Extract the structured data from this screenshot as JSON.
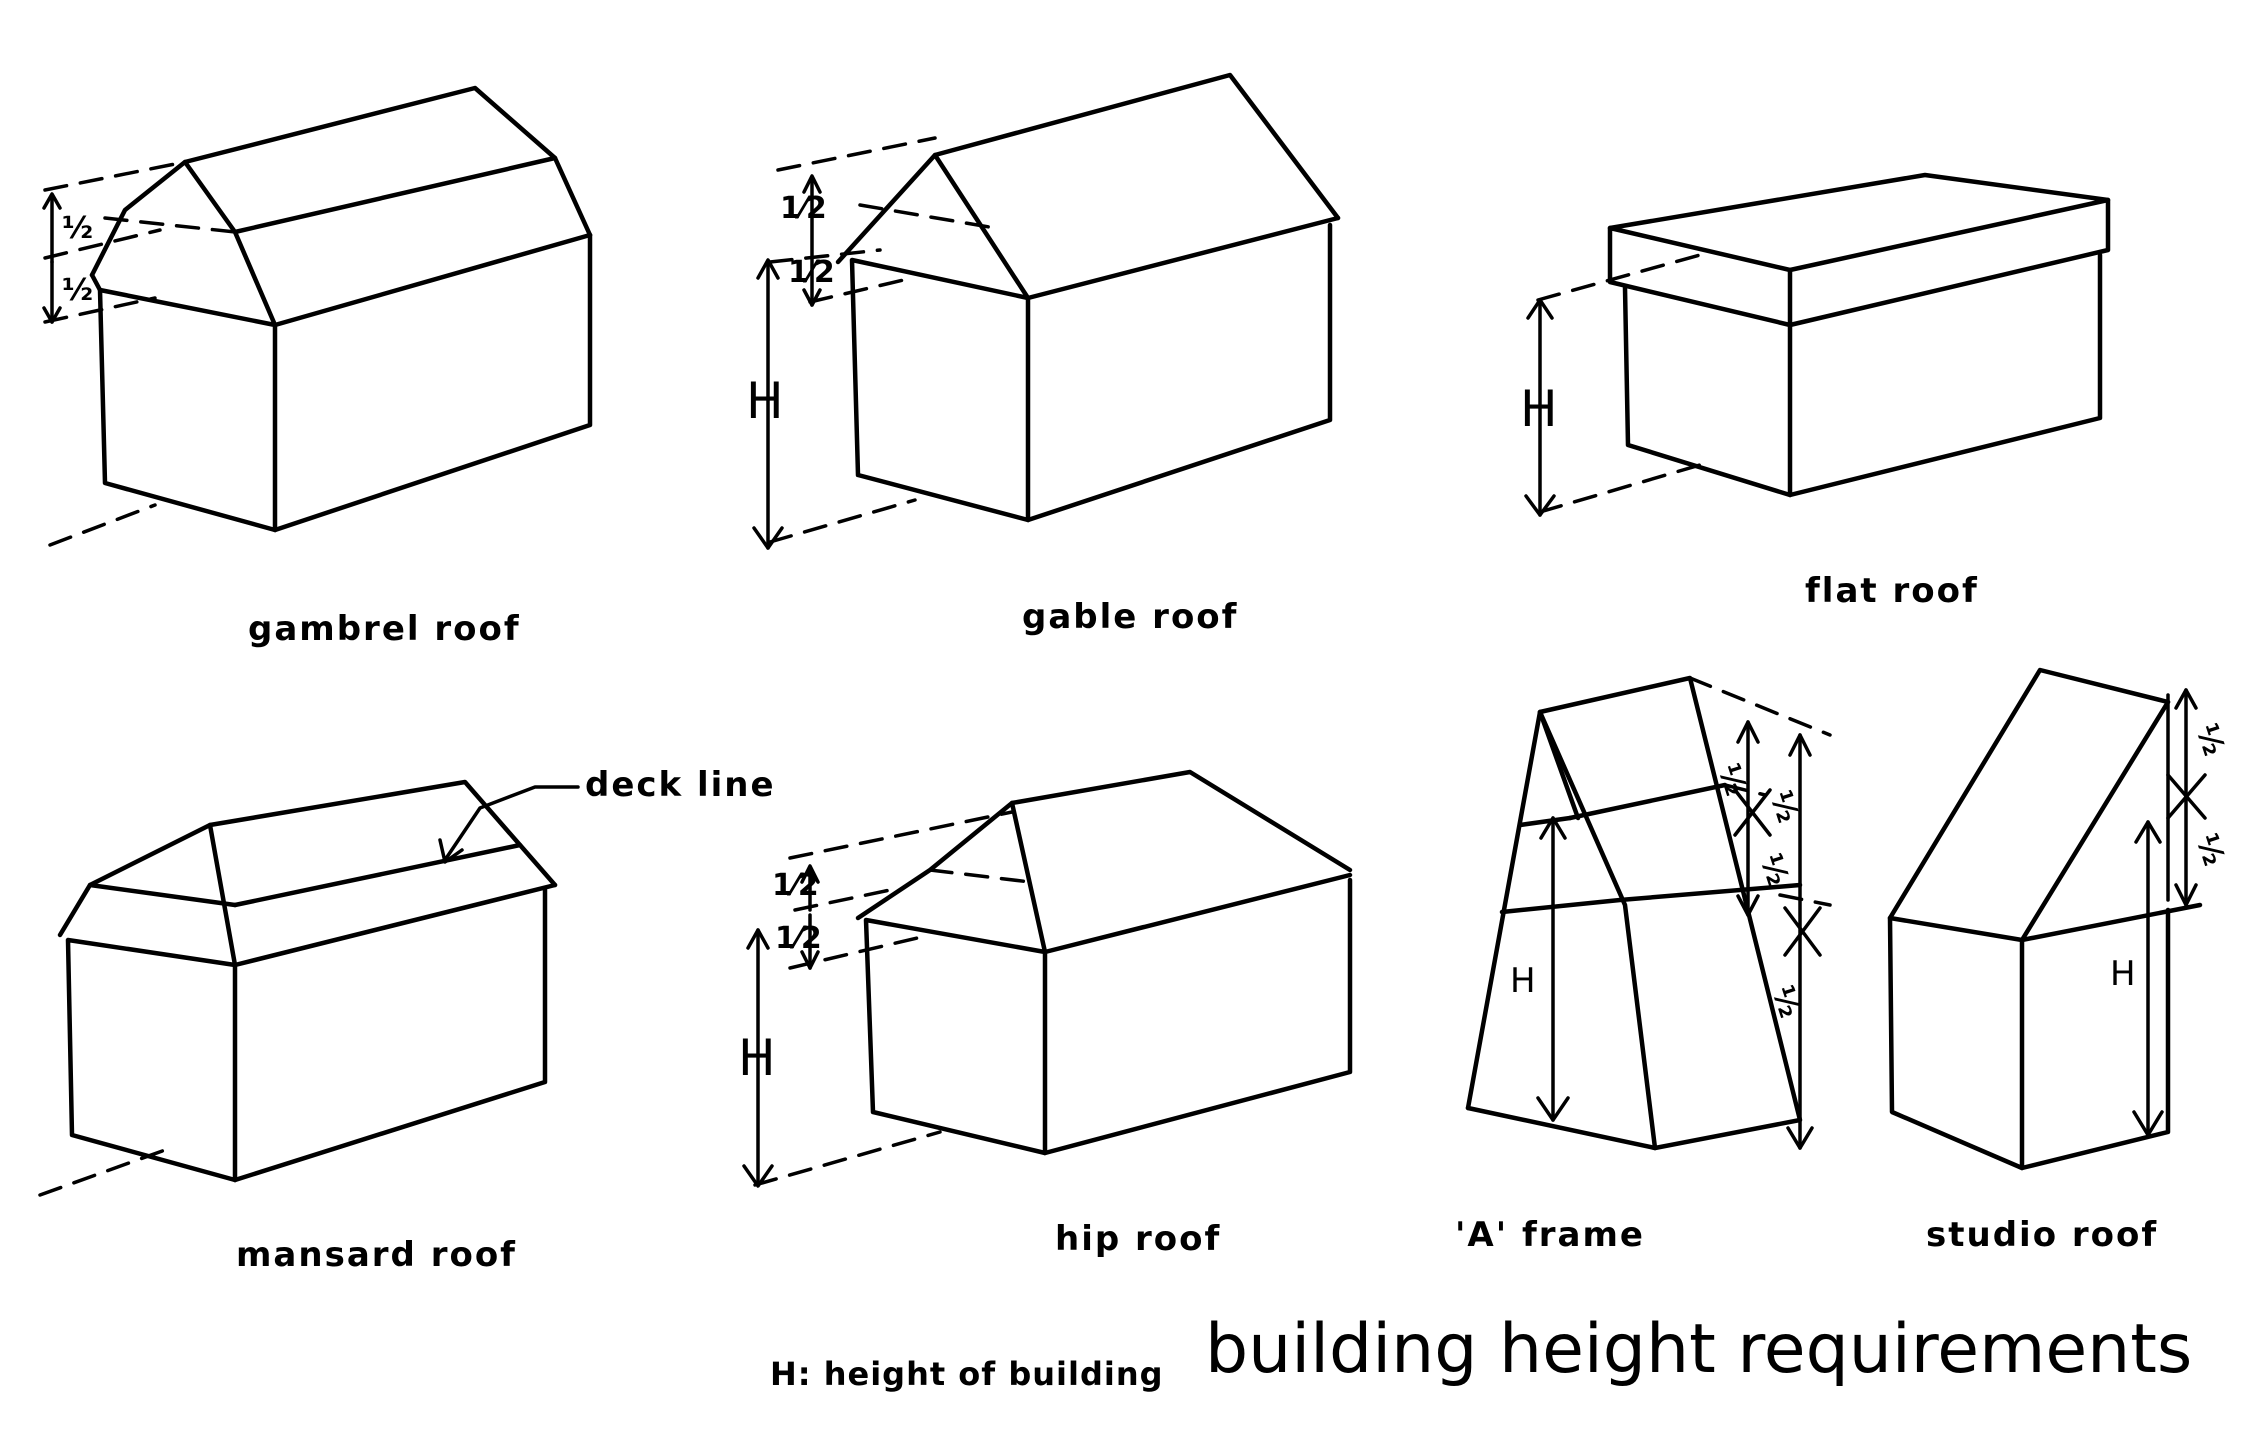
{
  "title": "building height requirements",
  "legend": "H: height of building",
  "figures": {
    "gambrel": {
      "label": "gambrel roof",
      "upper_dim": "½",
      "lower_dim": "½"
    },
    "gable": {
      "label": "gable roof",
      "upper_dim": "1⁄2",
      "lower_dim": "1⁄2",
      "height": "H"
    },
    "flat": {
      "label": "flat roof",
      "height": "H"
    },
    "mansard": {
      "label": "mansard roof",
      "callout": "deck line"
    },
    "hip": {
      "label": "hip roof",
      "upper_dim": "1⁄2",
      "lower_dim": "1⁄2",
      "height": "H"
    },
    "a_frame": {
      "label": "'A' frame",
      "height": "H",
      "dim1": "½",
      "dim2": "½",
      "dim3": "½",
      "dim4": "½"
    },
    "studio": {
      "label": "studio roof",
      "height": "H",
      "dim1": "½",
      "dim2": "½"
    }
  },
  "colors": {
    "ink": "#000000",
    "paper": "#ffffff"
  }
}
